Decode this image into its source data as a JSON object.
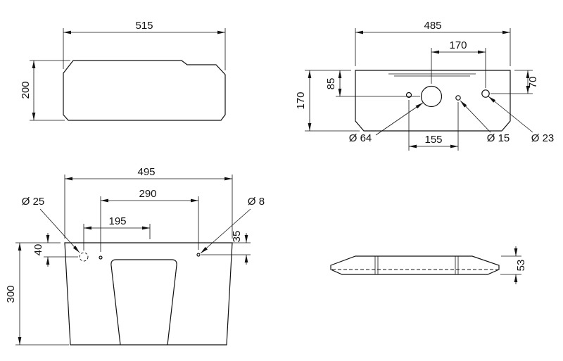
{
  "drawing": {
    "front_view": {
      "width": "515",
      "height": "200"
    },
    "underside_view": {
      "width": "485",
      "hole_pitch": "170",
      "height": "170",
      "big_hole_drop": "85",
      "corner_hole_drop": "70",
      "big_hole_dia": "Ø 64",
      "small_hole_pitch": "155",
      "small_hole_dia": "Ø 15",
      "corner_hole_dia": "Ø 23"
    },
    "plan_view": {
      "width": "495",
      "hole_span": "290",
      "slot_span": "195",
      "dashed_hole_dia": "Ø 25",
      "small_hole_dia": "Ø 8",
      "left_hole_drop": "40",
      "depth": "300",
      "right_hole_drop": "35"
    },
    "section_view": {
      "thickness": "53"
    }
  }
}
